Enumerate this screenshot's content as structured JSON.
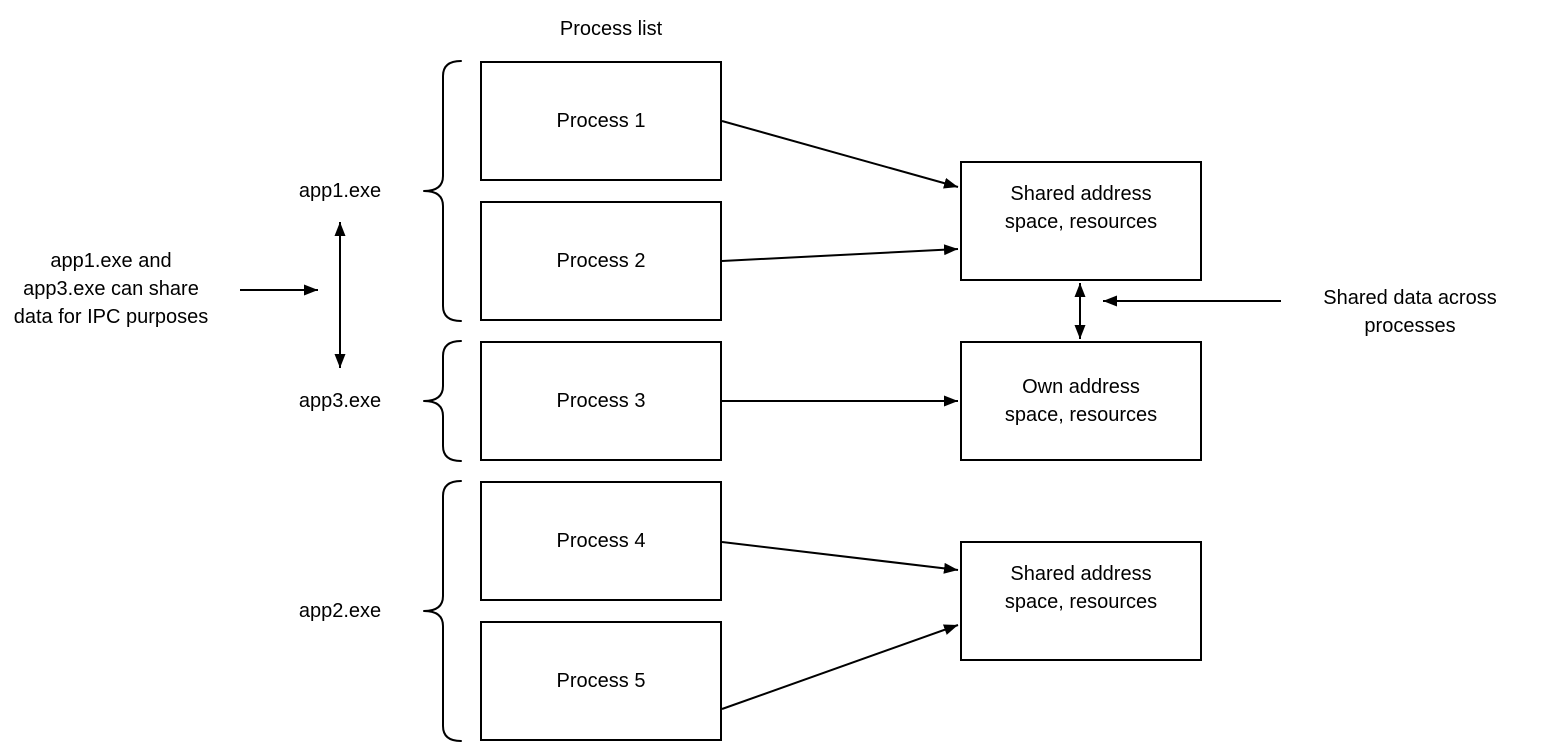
{
  "title": "Process list",
  "process_list": {
    "items": [
      "Process 1",
      "Process 2",
      "Process 3",
      "Process 4",
      "Process 5"
    ]
  },
  "groups": [
    {
      "label": "app1.exe"
    },
    {
      "label": "app3.exe"
    },
    {
      "label": "app2.exe"
    }
  ],
  "address_boxes": [
    {
      "lines": [
        "Shared address",
        "space, resources"
      ]
    },
    {
      "lines": [
        "Own address",
        "space, resources"
      ]
    },
    {
      "lines": [
        "Shared address",
        "space, resources"
      ]
    }
  ],
  "annotations": {
    "ipc": {
      "lines": [
        "app1.exe and",
        "app3.exe can share",
        "data for IPC purposes"
      ]
    },
    "shared_data": {
      "lines": [
        "Shared data across",
        "processes"
      ]
    }
  },
  "colors": {
    "stroke": "#000000",
    "background": "#ffffff",
    "text": "#000000"
  }
}
